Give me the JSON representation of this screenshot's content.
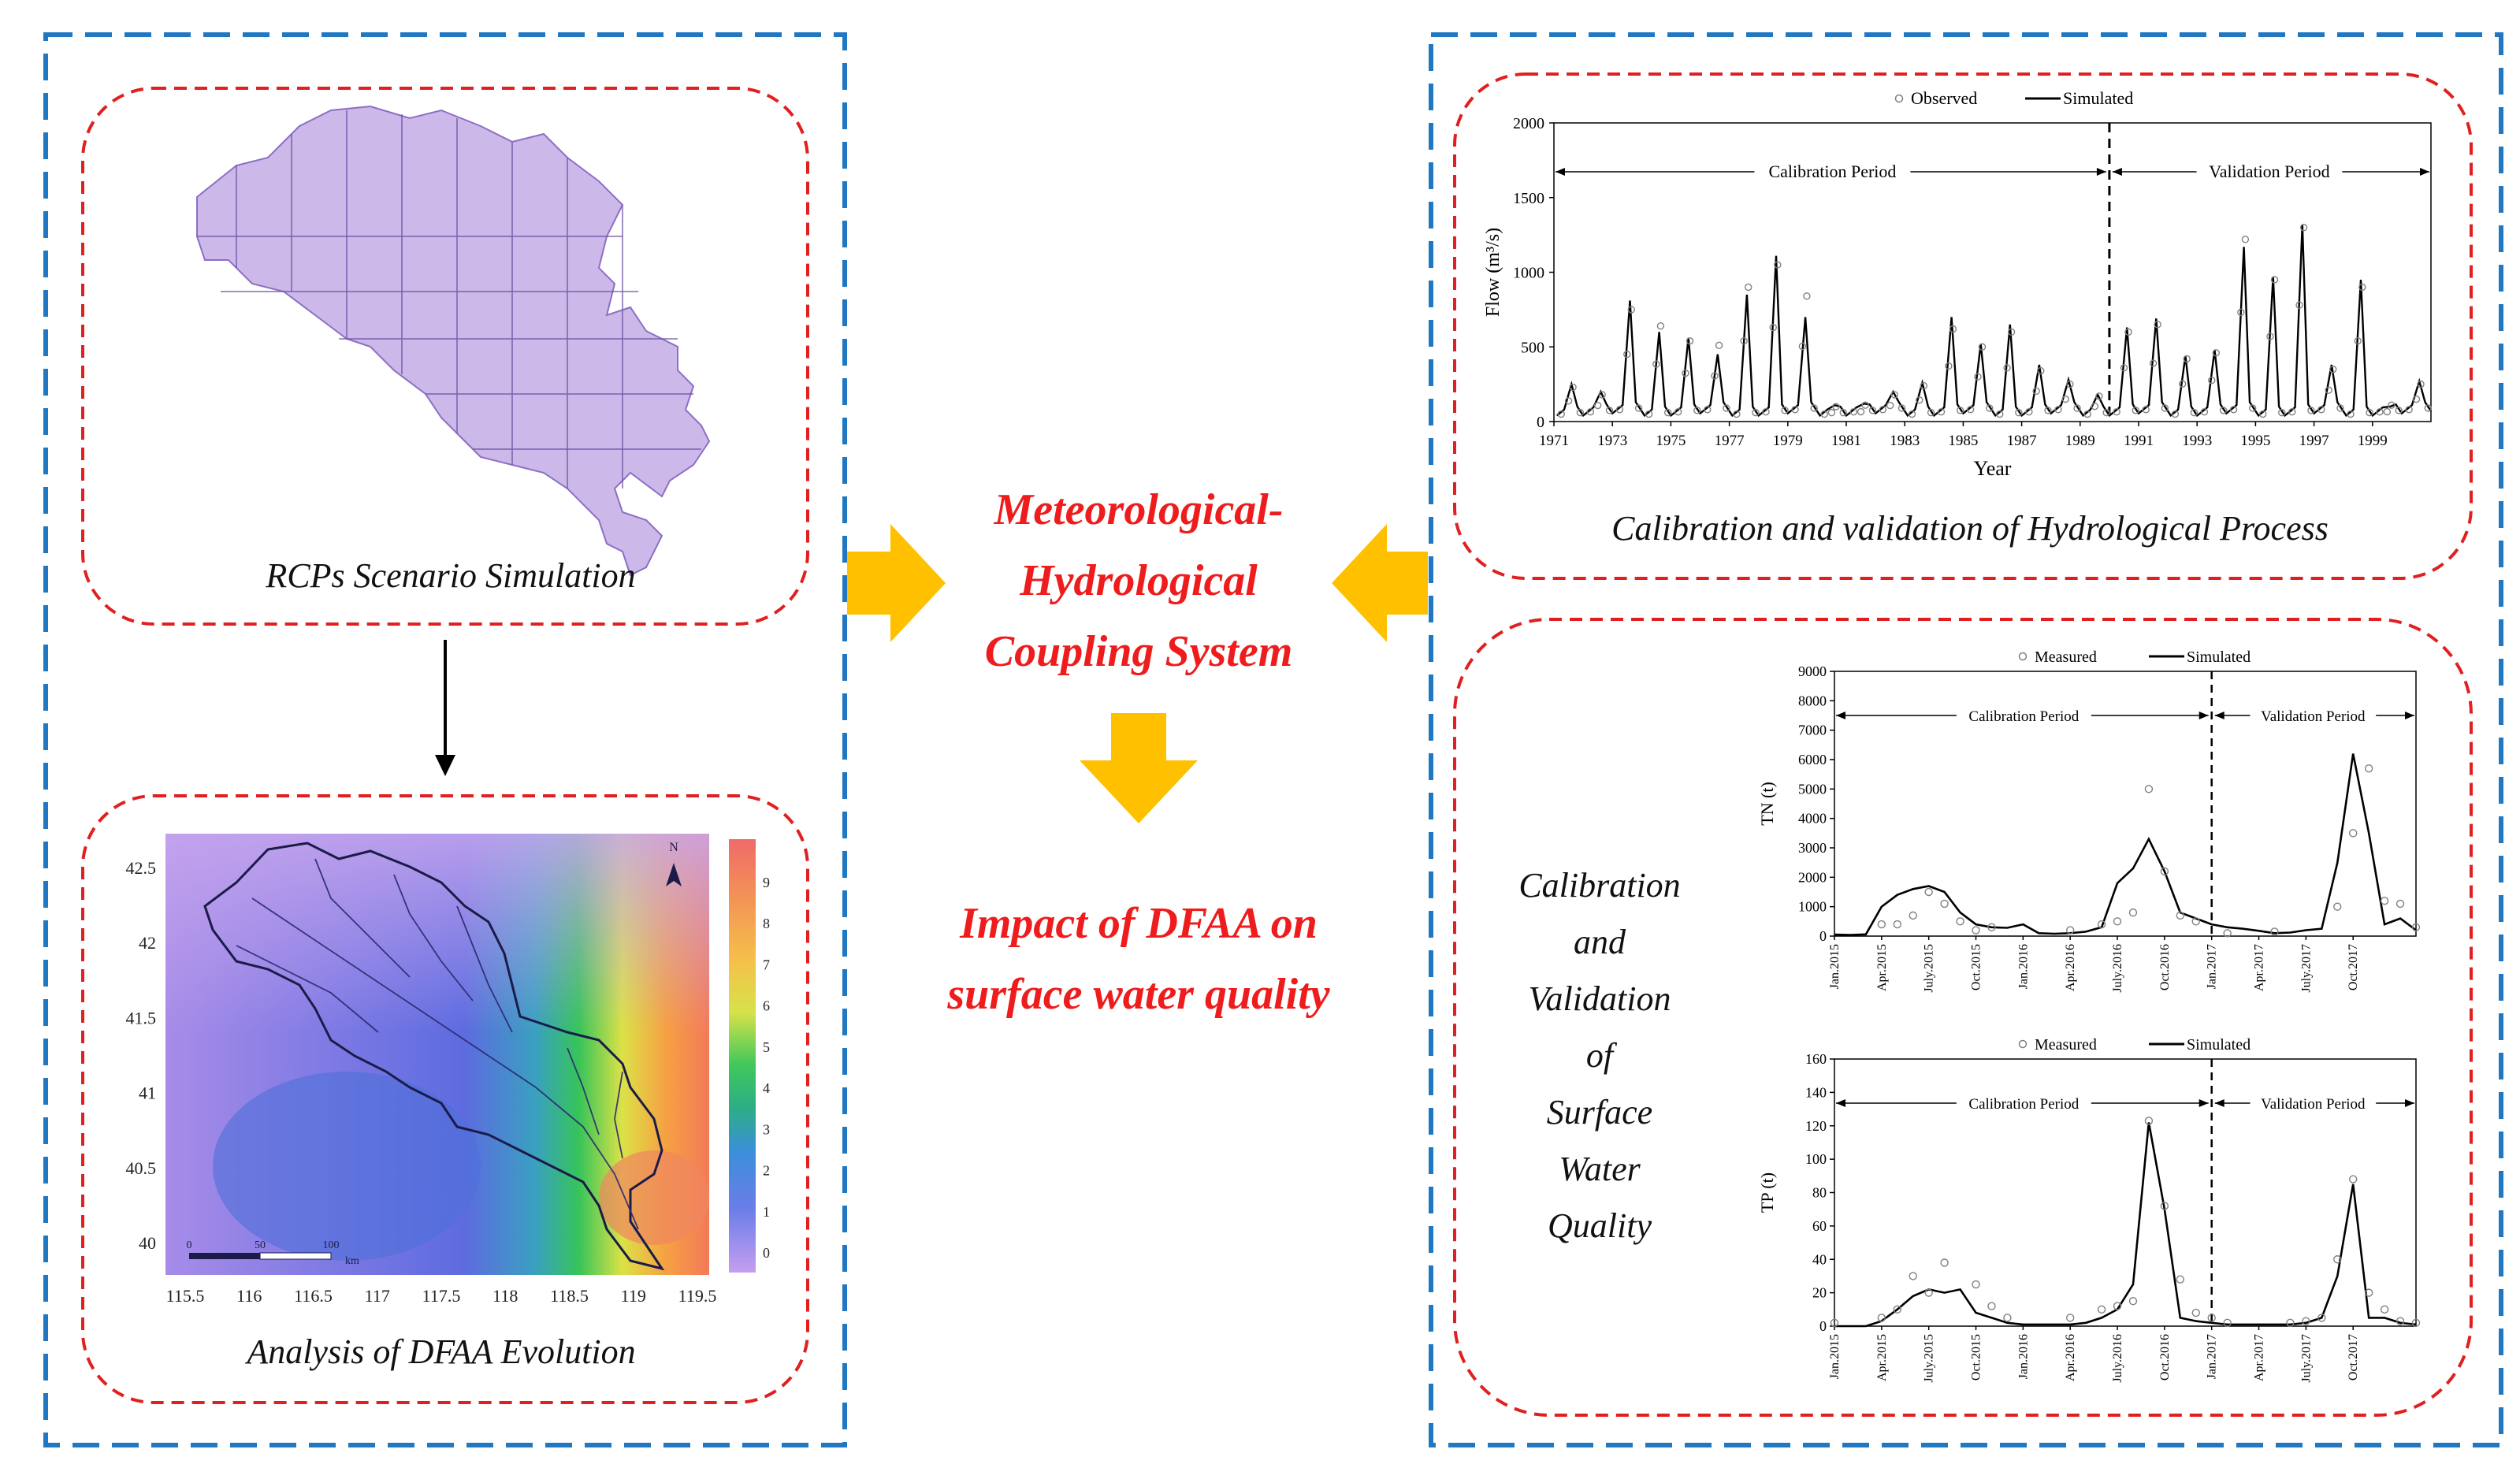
{
  "colors": {
    "outer_dash": "#1f78c1",
    "inner_dash": "#e02020",
    "arrow": "#ffc000",
    "center_text": "#ee1c1c",
    "basin_fill": "#cdb8ea",
    "observed_marker": "#808080"
  },
  "panels": {
    "rcp_label": "RCPs Scenario Simulation",
    "dfaa_label": "Analysis of DFAA Evolution",
    "hydro_label": "Calibration and validation of Hydrological Process",
    "wq_label_lines": [
      "Calibration",
      "and",
      "Validation",
      "of",
      "Surface",
      "Water",
      "Quality"
    ]
  },
  "center": {
    "system_lines": [
      "Meteorological-",
      "Hydrological",
      "Coupling System"
    ],
    "impact_lines": [
      "Impact of DFAA on",
      "surface water quality"
    ]
  },
  "dfaa_map": {
    "x_ticks": [
      "115.5",
      "116",
      "116.5",
      "117",
      "117.5",
      "118",
      "118.5",
      "119",
      "119.5"
    ],
    "y_ticks": [
      "42.5",
      "42",
      "41.5",
      "41",
      "40.5",
      "40"
    ],
    "legend_ticks": [
      "9",
      "8",
      "7",
      "6",
      "5",
      "4",
      "3",
      "2",
      "1",
      "0"
    ],
    "scale_labels": [
      "0",
      "50",
      "100"
    ],
    "scale_unit": "km",
    "north_label": "N"
  },
  "chart_data": [
    {
      "type": "line",
      "id": "flow",
      "ylabel": "Flow (m³/s)",
      "xlabel": "Year",
      "legend": [
        "Observed",
        "Simulated"
      ],
      "ylim": [
        0,
        2000
      ],
      "xlim": [
        1971,
        2001
      ],
      "y_ticks": [
        0,
        500,
        1000,
        1500,
        2000
      ],
      "x_ticks": [
        "1971",
        "1973",
        "1975",
        "1977",
        "1979",
        "1981",
        "1983",
        "1985",
        "1987",
        "1989",
        "1991",
        "1993",
        "1995",
        "1997",
        "1999"
      ],
      "split_x": 1990,
      "period_labels": [
        "Calibration Period",
        "Validation Period"
      ],
      "peaks": [
        {
          "x": 1971.6,
          "sim": 250,
          "obs": 230
        },
        {
          "x": 1972.6,
          "sim": 200,
          "obs": 180
        },
        {
          "x": 1973.6,
          "sim": 810,
          "obs": 750
        },
        {
          "x": 1974.6,
          "sim": 600,
          "obs": 640
        },
        {
          "x": 1975.6,
          "sim": 560,
          "obs": 540
        },
        {
          "x": 1976.6,
          "sim": 450,
          "obs": 510
        },
        {
          "x": 1977.6,
          "sim": 850,
          "obs": 900
        },
        {
          "x": 1978.6,
          "sim": 1110,
          "obs": 1050
        },
        {
          "x": 1979.6,
          "sim": 700,
          "obs": 840
        },
        {
          "x": 1980.6,
          "sim": 110,
          "obs": 100
        },
        {
          "x": 1981.6,
          "sim": 120,
          "obs": 110
        },
        {
          "x": 1982.6,
          "sim": 200,
          "obs": 180
        },
        {
          "x": 1983.6,
          "sim": 260,
          "obs": 240
        },
        {
          "x": 1984.6,
          "sim": 700,
          "obs": 620
        },
        {
          "x": 1985.6,
          "sim": 520,
          "obs": 500
        },
        {
          "x": 1986.6,
          "sim": 650,
          "obs": 600
        },
        {
          "x": 1987.6,
          "sim": 380,
          "obs": 340
        },
        {
          "x": 1988.6,
          "sim": 280,
          "obs": 250
        },
        {
          "x": 1989.6,
          "sim": 180,
          "obs": 170
        },
        {
          "x": 1990.6,
          "sim": 630,
          "obs": 600
        },
        {
          "x": 1991.6,
          "sim": 690,
          "obs": 650
        },
        {
          "x": 1992.6,
          "sim": 440,
          "obs": 420
        },
        {
          "x": 1993.6,
          "sim": 480,
          "obs": 460
        },
        {
          "x": 1994.6,
          "sim": 1170,
          "obs": 1220
        },
        {
          "x": 1995.6,
          "sim": 970,
          "obs": 950
        },
        {
          "x": 1996.6,
          "sim": 1320,
          "obs": 1300
        },
        {
          "x": 1997.6,
          "sim": 380,
          "obs": 350
        },
        {
          "x": 1998.6,
          "sim": 950,
          "obs": 900
        },
        {
          "x": 1999.6,
          "sim": 100,
          "obs": 110
        },
        {
          "x": 2000.6,
          "sim": 270,
          "obs": 250
        }
      ]
    },
    {
      "type": "line",
      "id": "tn",
      "ylabel": "TN (t)",
      "legend": [
        "Measured",
        "Simulated"
      ],
      "ylim": [
        0,
        9000
      ],
      "y_ticks": [
        0,
        1000,
        2000,
        3000,
        4000,
        5000,
        6000,
        7000,
        8000,
        9000
      ],
      "x_ticks": [
        "Jan.2015",
        "Apr.2015",
        "July.2015",
        "Oct.2015",
        "Jan.2016",
        "Apr.2016",
        "July.2016",
        "Oct.2016",
        "Jan.2017",
        "Apr.2017",
        "July.2017",
        "Oct.2017"
      ],
      "split_index": 24,
      "period_labels": [
        "Calibration Period",
        "Validation Period"
      ],
      "simulated": [
        50,
        40,
        60,
        1000,
        1400,
        1600,
        1700,
        1500,
        800,
        400,
        300,
        280,
        400,
        100,
        80,
        100,
        150,
        300,
        1800,
        2300,
        3300,
        2200,
        800,
        600,
        400,
        300,
        250,
        180,
        100,
        120,
        200,
        250,
        2500,
        6200,
        3500,
        400,
        600,
        200
      ],
      "measured": [
        null,
        null,
        null,
        400,
        400,
        700,
        1500,
        1100,
        500,
        200,
        300,
        null,
        null,
        null,
        null,
        200,
        null,
        400,
        500,
        800,
        5000,
        2200,
        700,
        500,
        null,
        100,
        null,
        null,
        150,
        null,
        null,
        null,
        1000,
        3500,
        5700,
        1200,
        1100,
        300
      ]
    },
    {
      "type": "line",
      "id": "tp",
      "ylabel": "TP (t)",
      "legend": [
        "Measured",
        "Simulated"
      ],
      "ylim": [
        0,
        160
      ],
      "y_ticks": [
        0,
        20,
        40,
        60,
        80,
        100,
        120,
        140,
        160
      ],
      "x_ticks": [
        "Jan.2015",
        "Apr.2015",
        "July.2015",
        "Oct.2015",
        "Jan.2016",
        "Apr.2016",
        "July.2016",
        "Oct.2016",
        "Jan.2017",
        "Apr.2017",
        "July.2017",
        "Oct.2017"
      ],
      "split_index": 24,
      "period_labels": [
        "Calibration Period",
        "Validation Period"
      ],
      "simulated": [
        0,
        0,
        0,
        3,
        10,
        18,
        22,
        20,
        22,
        8,
        5,
        2,
        1,
        1,
        1,
        1,
        2,
        5,
        10,
        25,
        122,
        70,
        5,
        3,
        2,
        1,
        1,
        1,
        1,
        1,
        2,
        5,
        30,
        85,
        5,
        5,
        2,
        1
      ],
      "measured": [
        2,
        null,
        null,
        5,
        10,
        30,
        20,
        38,
        null,
        25,
        12,
        5,
        null,
        null,
        null,
        5,
        null,
        10,
        12,
        15,
        123,
        72,
        28,
        8,
        5,
        2,
        null,
        null,
        null,
        2,
        3,
        5,
        40,
        88,
        20,
        10,
        3,
        2
      ]
    }
  ]
}
